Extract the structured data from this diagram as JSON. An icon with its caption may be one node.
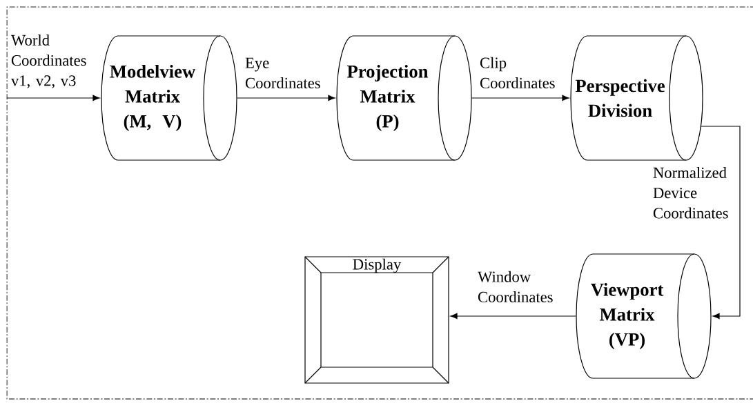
{
  "diagram": {
    "nodes": [
      {
        "text": [
          "Modelview Matrix (M, V)"
        ]
      },
      {
        "text": [
          "Projection Matrix (P)"
        ]
      },
      {
        "text": [
          "Perspective Division"
        ]
      },
      {
        "text": [
          "Viewport Matrix (VP)"
        ]
      },
      {
        "text": [
          "Display"
        ]
      }
    ],
    "edges": [
      {
        "from": null,
        "to": 0,
        "arrow": "to",
        "label": "World Coordinates v1, v2, v3"
      },
      {
        "from": 0,
        "to": 1,
        "arrow": "to",
        "label": "Eye Coordinates"
      },
      {
        "from": 1,
        "to": 2,
        "arrow": "to",
        "label": "Clip Coordinates"
      },
      {
        "from": 2,
        "to": 3,
        "arrow": "to",
        "label": "Normalized Device Coordinates"
      },
      {
        "from": 3,
        "to": 4,
        "arrow": "to",
        "label": "Window Coordinates"
      }
    ]
  }
}
